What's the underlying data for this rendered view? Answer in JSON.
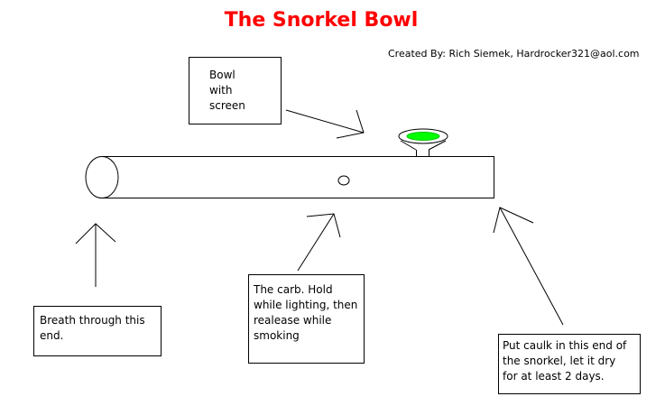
{
  "title": "The Snorkel Bowl",
  "credit": "Created By: Rich Siemek, Hardrocker321@aol.com",
  "labels": {
    "bowl": "Bowl\nwith\nscreen",
    "breath": "Breath through this\nend.",
    "carb": "The carb.  Hold\nwhile lighting, then\nrealease while\nsmoking",
    "caulk": "Put caulk in this end of\nthe snorkel, let it dry\nfor at least 2 days."
  },
  "colors": {
    "title": "#ff0000",
    "screen": "#00ff00"
  }
}
